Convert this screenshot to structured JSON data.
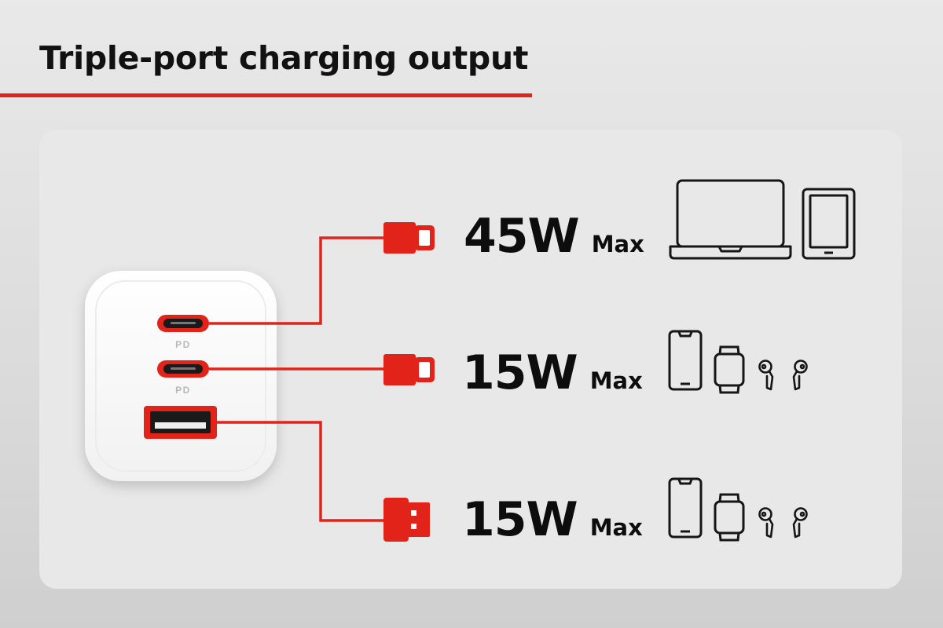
{
  "title": "Triple-port charging output",
  "accent_color": "#e2231a",
  "charger": {
    "ports": [
      {
        "type": "USB-C",
        "label": "PD"
      },
      {
        "type": "USB-C",
        "label": "PD"
      },
      {
        "type": "USB-A",
        "label": ""
      }
    ]
  },
  "outputs": [
    {
      "watts": "45W",
      "max_label": "Max",
      "connector": "usb-c",
      "devices": [
        "laptop-icon",
        "tablet-icon"
      ]
    },
    {
      "watts": "15W",
      "max_label": "Max",
      "connector": "usb-c",
      "devices": [
        "phone-icon",
        "smartwatch-icon",
        "earbuds-icon"
      ]
    },
    {
      "watts": "15W",
      "max_label": "Max",
      "connector": "usb-a",
      "devices": [
        "phone-icon",
        "smartwatch-icon",
        "earbuds-icon"
      ]
    }
  ]
}
